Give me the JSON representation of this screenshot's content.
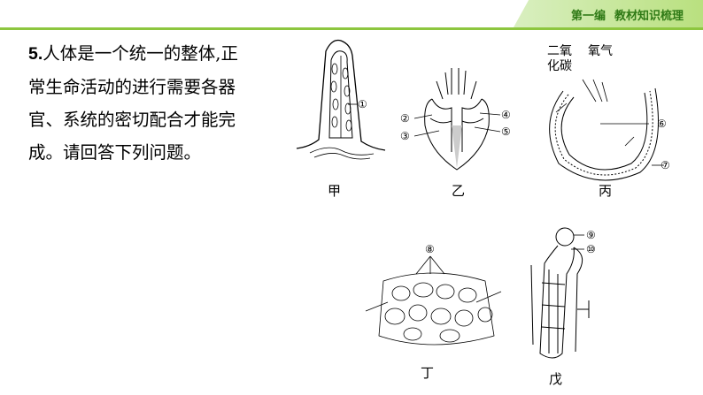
{
  "header": {
    "section": "第一编",
    "title": "教材知识梳理"
  },
  "question": {
    "number": "5.",
    "text": "人体是一个统一的整体,正常生命活动的进行需要各器官、系统的密切配合才能完成。请回答下列问题。"
  },
  "figures": {
    "jia": {
      "caption": "甲",
      "labels": [
        "①"
      ]
    },
    "yi": {
      "caption": "乙",
      "labels": [
        "②",
        "③",
        "④",
        "⑤"
      ]
    },
    "bing": {
      "caption": "丙",
      "labels": [
        "⑥",
        "⑦"
      ],
      "gas_co2": "二氧化碳",
      "gas_o2": "氧气"
    },
    "ding": {
      "caption": "丁",
      "labels": [
        "⑧"
      ]
    },
    "wu": {
      "caption": "戊",
      "labels": [
        "⑨",
        "⑩"
      ]
    }
  }
}
